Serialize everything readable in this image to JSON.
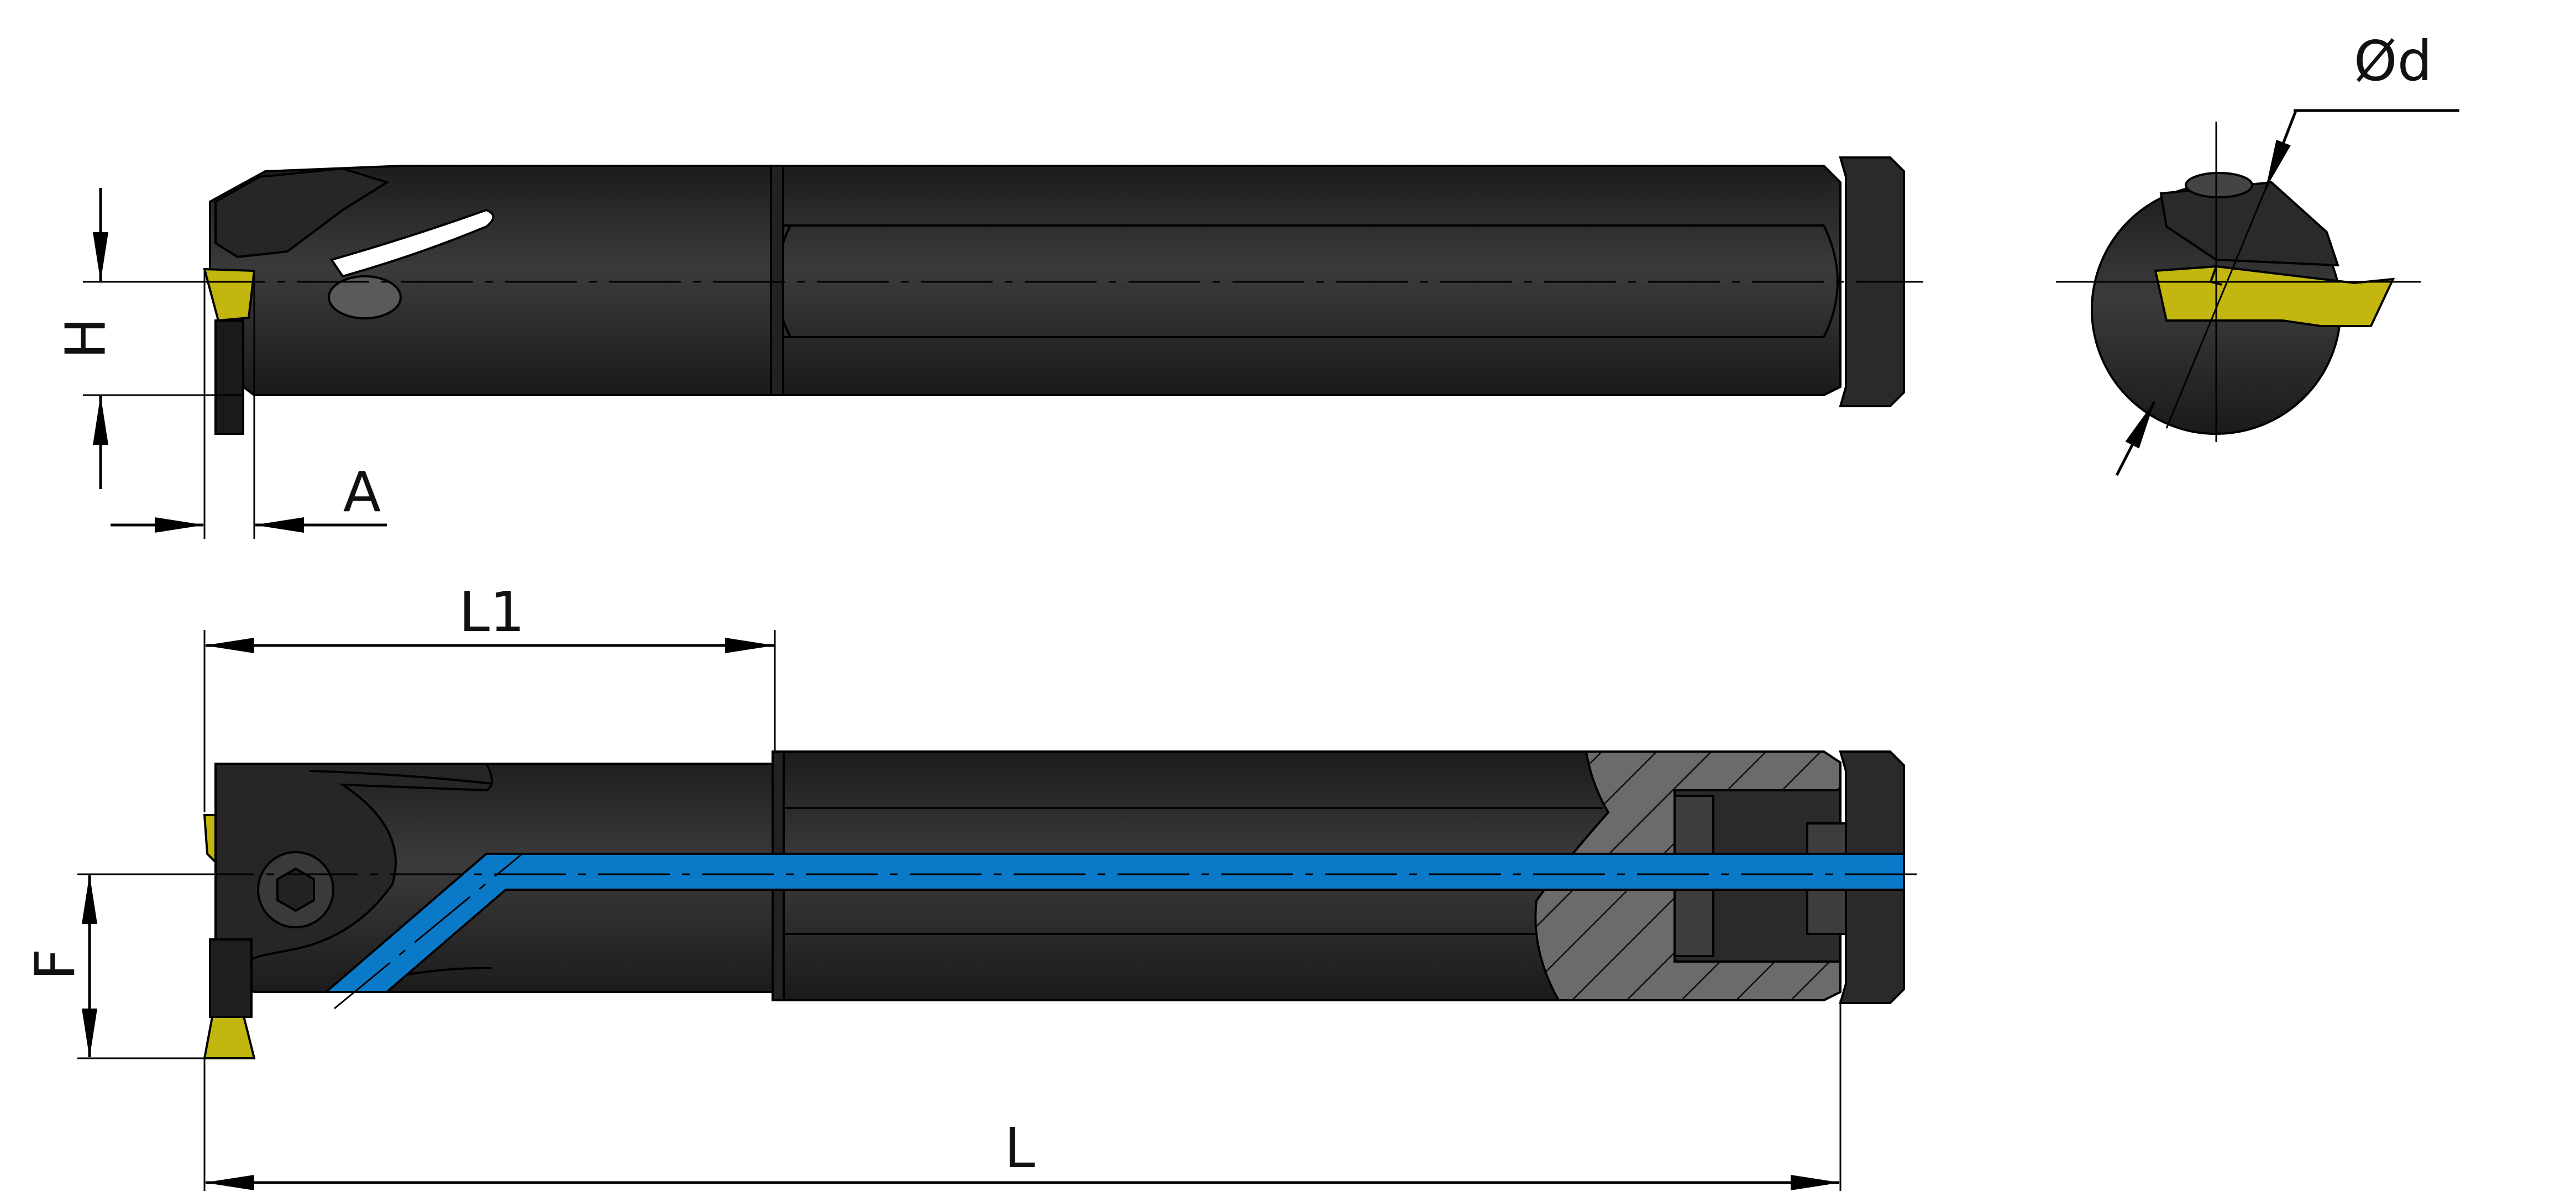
{
  "labels": {
    "H": "H",
    "A": "A",
    "L1": "L1",
    "L": "L",
    "F": "F",
    "d": "Ød"
  },
  "colors": {
    "body": "#2e2e2e",
    "insert": "#c2b60f",
    "coolant": "#0a7ac8",
    "section": "#6b6b6b",
    "background": "#ffffff"
  }
}
